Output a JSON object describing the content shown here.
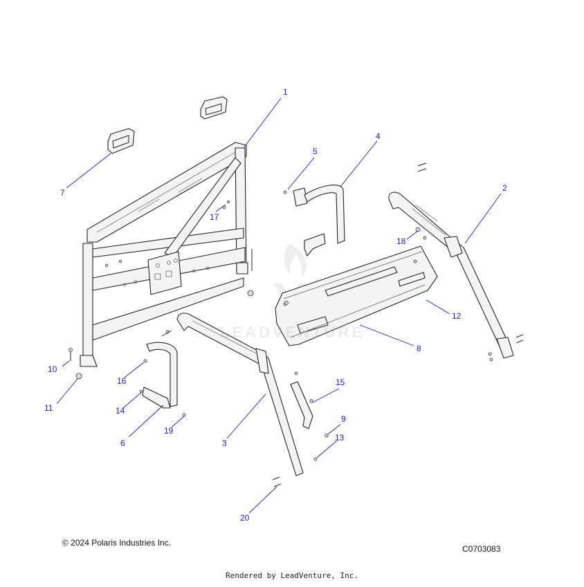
{
  "diagram": {
    "callouts": [
      "1",
      "2",
      "3",
      "4",
      "5",
      "6",
      "7",
      "8",
      "9",
      "10",
      "11",
      "12",
      "13",
      "14",
      "15",
      "16",
      "17",
      "18",
      "19",
      "20"
    ]
  },
  "footer": {
    "copyright": "© 2024 Polaris Industries Inc.",
    "drawing_number": "C0703083",
    "rendered_by": "Rendered by LeadVenture, Inc."
  },
  "watermark": {
    "text": "LEADVENTURE",
    "logo": "leadventure-flame-logo"
  },
  "colors": {
    "callout": "#1a1acc",
    "line_art": "#222222"
  }
}
